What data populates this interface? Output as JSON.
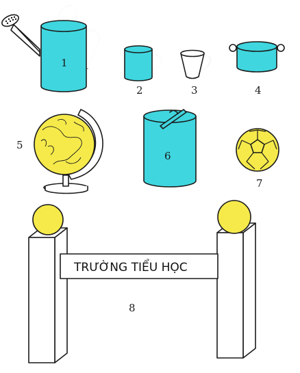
{
  "labels": {
    "watering_can": "1",
    "mug": "2",
    "cup": "3",
    "pot": "4",
    "globe": "5",
    "tin_box": "6",
    "ball": "7",
    "gate": "8"
  },
  "gate_sign": "TRƯỜNG TIỂU HỌC",
  "colors": {
    "cylinder": "#3fd6df",
    "sphere": "#f5ea4a",
    "outline": "#1a1a1a",
    "background": "#ffffff"
  },
  "icons": [
    "watering-can-icon",
    "mug-icon",
    "cup-icon",
    "pot-icon",
    "globe-icon",
    "tin-box-icon",
    "ball-icon",
    "school-gate-icon"
  ]
}
